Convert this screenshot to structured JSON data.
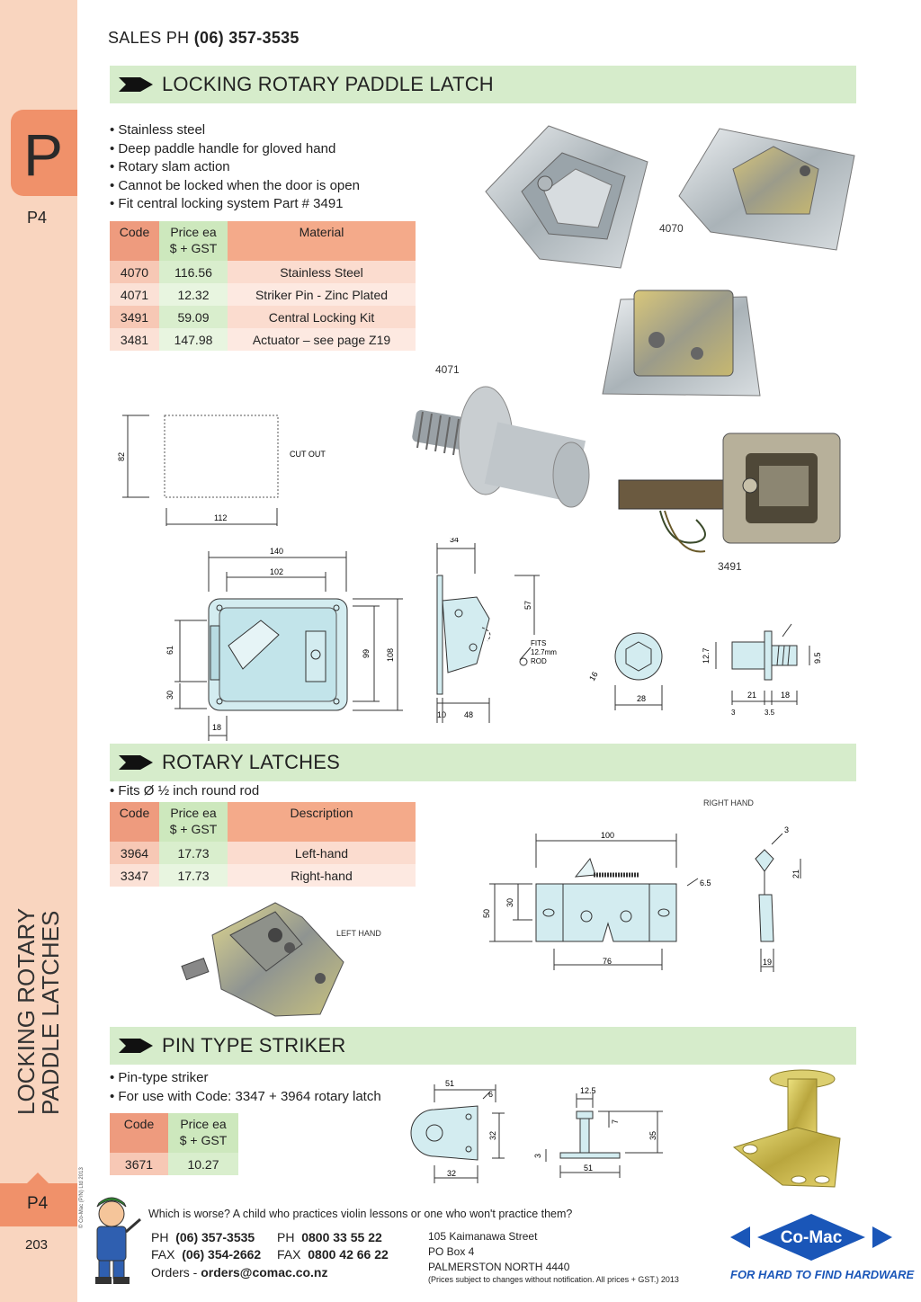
{
  "sidebar": {
    "tab_letter": "P",
    "page_code_top": "P4",
    "title_line1": "LOCKING ROTARY",
    "title_line2": "PADDLE LATCHES",
    "copyright": "© Co-Mac (P/N) Ltd 2013",
    "page_code_bottom": "P4",
    "page_number": "203"
  },
  "header": {
    "sales_label": "SALES  PH",
    "sales_phone": "(06) 357-3535"
  },
  "section1": {
    "title": "LOCKING ROTARY PADDLE LATCH",
    "features": [
      "Stainless steel",
      "Deep paddle handle for gloved hand",
      "Rotary slam action",
      "Cannot be locked when the door is open",
      "Fit central locking system Part # 3491"
    ],
    "table": {
      "headers": [
        "Code",
        "Price ea",
        "$ + GST",
        "Material"
      ],
      "rows": [
        {
          "code": "4070",
          "price": "116.56",
          "desc": "Stainless Steel"
        },
        {
          "code": "4071",
          "price": "12.32",
          "desc": "Striker Pin - Zinc Plated"
        },
        {
          "code": "3491",
          "price": "59.09",
          "desc": "Central Locking Kit"
        },
        {
          "code": "3481",
          "price": "147.98",
          "desc": "Actuator – see page Z19"
        }
      ]
    },
    "image_labels": {
      "a": "4070",
      "b": "4071",
      "c": "3491"
    },
    "cutout": {
      "label": "CUT OUT",
      "height": "82",
      "width": "112"
    },
    "dims": {
      "d140": "140",
      "d102": "102",
      "d61": "61",
      "d30": "30",
      "d18": "18",
      "d99": "99",
      "d108": "108",
      "d34": "34",
      "d57": "57",
      "fits1": "FITS",
      "fits2": "12.7mm",
      "fits3": "ROD",
      "d10": "10",
      "d48": "48",
      "d16": "16",
      "d28": "28",
      "d127": "12.7",
      "d95": "9.5",
      "d21": "21",
      "d18b": "18",
      "d3": "3",
      "d35": "3.5"
    }
  },
  "section2": {
    "title": "ROTARY LATCHES",
    "features": [
      "Fits Ø ½ inch round rod"
    ],
    "table": {
      "headers": [
        "Code",
        "Price ea",
        "$ + GST",
        "Description"
      ],
      "rows": [
        {
          "code": "3964",
          "price": "17.73",
          "desc": "Left-hand"
        },
        {
          "code": "3347",
          "price": "17.73",
          "desc": "Right-hand"
        }
      ]
    },
    "left_hand_label": "LEFT HAND",
    "right_hand_label": "RIGHT HAND",
    "dims": {
      "d100": "100",
      "d65": "6.5",
      "d50": "50",
      "d30": "30",
      "d76": "76",
      "d3": "3",
      "d21": "21",
      "d19": "19"
    }
  },
  "section3": {
    "title": "PIN TYPE STRIKER",
    "features": [
      "Pin-type striker",
      "For use with Code: 3347 + 3964 rotary latch"
    ],
    "table": {
      "headers": [
        "Code",
        "Price ea",
        "$ + GST"
      ],
      "rows": [
        {
          "code": "3671",
          "price": "10.27"
        }
      ]
    },
    "dims": {
      "d51": "51",
      "d6": "6",
      "d32": "32",
      "d32b": "32",
      "d125": "12.5",
      "d7": "7",
      "d35": "35",
      "d3": "3",
      "d51b": "51"
    }
  },
  "footer": {
    "joke": "Which is worse?  A child who practices violin lessons or one who won't practice them?",
    "ph_label": "PH",
    "ph": "(06) 357-3535",
    "ph2_label": "PH",
    "ph2": "0800 33 55 22",
    "fax_label": "FAX",
    "fax": "(06) 354-2662",
    "fax2_label": "FAX",
    "fax2": "0800 42 66 22",
    "orders_label": "Orders -",
    "orders": "orders@comac.co.nz",
    "address1": "105 Kaimanawa Street",
    "address2": "PO Box 4",
    "address3": "PALMERSTON NORTH 4440",
    "note": "(Prices subject to changes without notification.  All prices + GST.)  2013",
    "logo": "Co-Mac",
    "tagline": "FOR HARD TO FIND HARDWARE"
  },
  "colors": {
    "strip": "#f9d5bf",
    "tab": "#f0916a",
    "bar": "#d6eccb",
    "brand": "#1a56b8"
  }
}
